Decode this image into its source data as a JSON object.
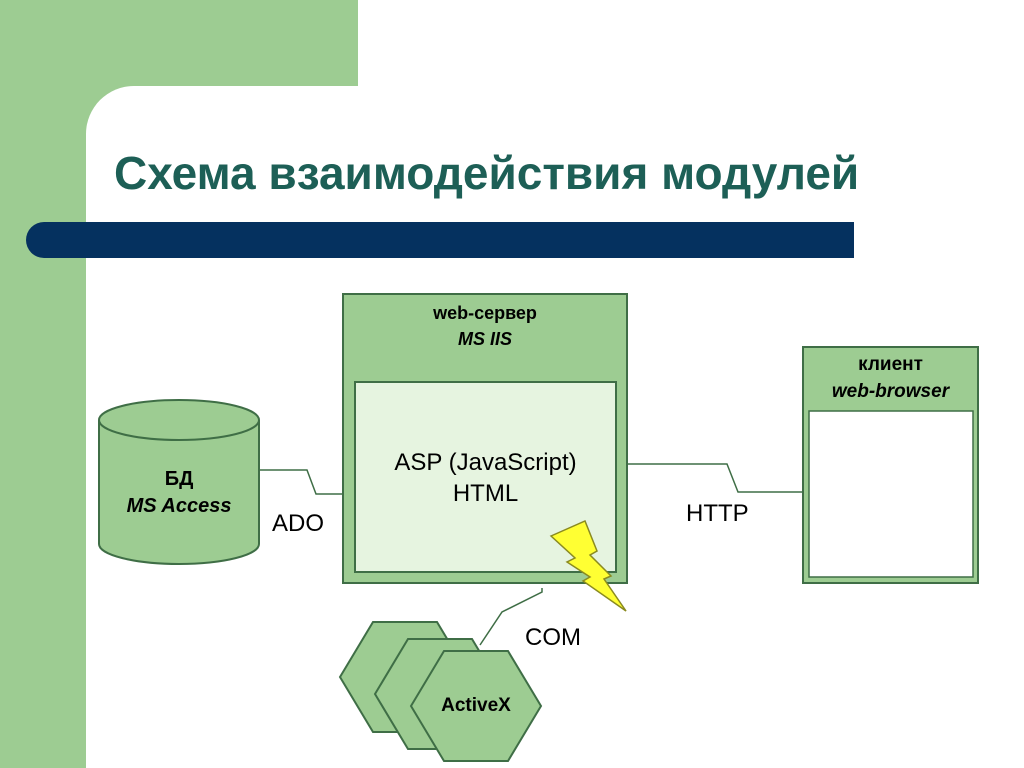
{
  "slide": {
    "title": "Схема взаимодействия модулей"
  },
  "server": {
    "line1": "web-сервер",
    "line2": "MS IIS",
    "inner_line1": "ASP (JavaScript)",
    "inner_line2": "HTML"
  },
  "client": {
    "line1": "клиент",
    "line2": "web-browser"
  },
  "database": {
    "line1": "БД",
    "line2": "MS Access"
  },
  "activex": {
    "label": "ActiveX"
  },
  "connections": {
    "ado": "ADO",
    "http": "HTTP",
    "com": "COM"
  },
  "colors": {
    "background_green": "#9dcc92",
    "title_text": "#1d5f56",
    "title_bar": "#05315f",
    "shape_fill": "#9dcc92",
    "inner_fill": "#e6f4e0",
    "outline": "#3f6e46",
    "lightning": "#ffff33"
  }
}
